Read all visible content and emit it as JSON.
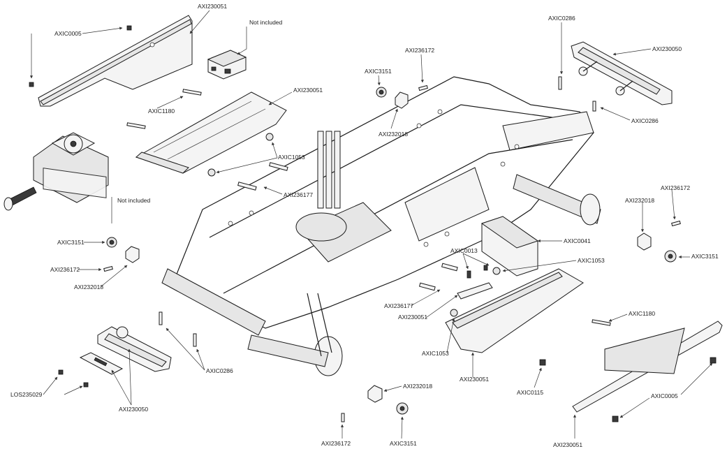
{
  "labels": {
    "axi230051_top": "AXI230051",
    "axic0005_top": "AXIC0005",
    "not_included_top": "Not included",
    "axic0286_top": "AXIC0286",
    "axi230050_top": "AXI230050",
    "axi236172_top": "AXI236172",
    "axic3151_top": "AXIC3151",
    "axi232018_top": "AXI232018",
    "axi230051_mid": "AXI230051",
    "axic1180_left": "AXIC1180",
    "axic1053_left": "AXIC1053",
    "axi236177_left": "AXI236177",
    "axic0286_right": "AXIC0286",
    "not_included_esc": "Not included",
    "axic3151_left": "AXIC3151",
    "axi236172_left": "AXI236172",
    "axi232018_left": "AXI232018",
    "axi236172_right": "AXI236172",
    "axi232018_right": "AXI232018",
    "axic3151_right": "AXIC3151",
    "axic0041": "AXIC0041",
    "axic0013": "AXIC0013",
    "axic1053_right": "AXIC1053",
    "axi236177_mid": "AXI236177",
    "axi230051_low": "AXI230051",
    "axic1053_low": "AXIC1053",
    "axi230051_bot": "AXI230051",
    "axic1180_right": "AXIC1180",
    "axic0286_bot": "AXIC0286",
    "axi232018_bot": "AXI232018",
    "los235029": "LOS235029",
    "axi230050_bot": "AXI230050",
    "axic0115": "AXIC0115",
    "axic0005_bot": "AXIC0005",
    "axi236172_bot": "AXI236172",
    "axic3151_bot": "AXIC3151",
    "axi230051_br": "AXI230051"
  }
}
